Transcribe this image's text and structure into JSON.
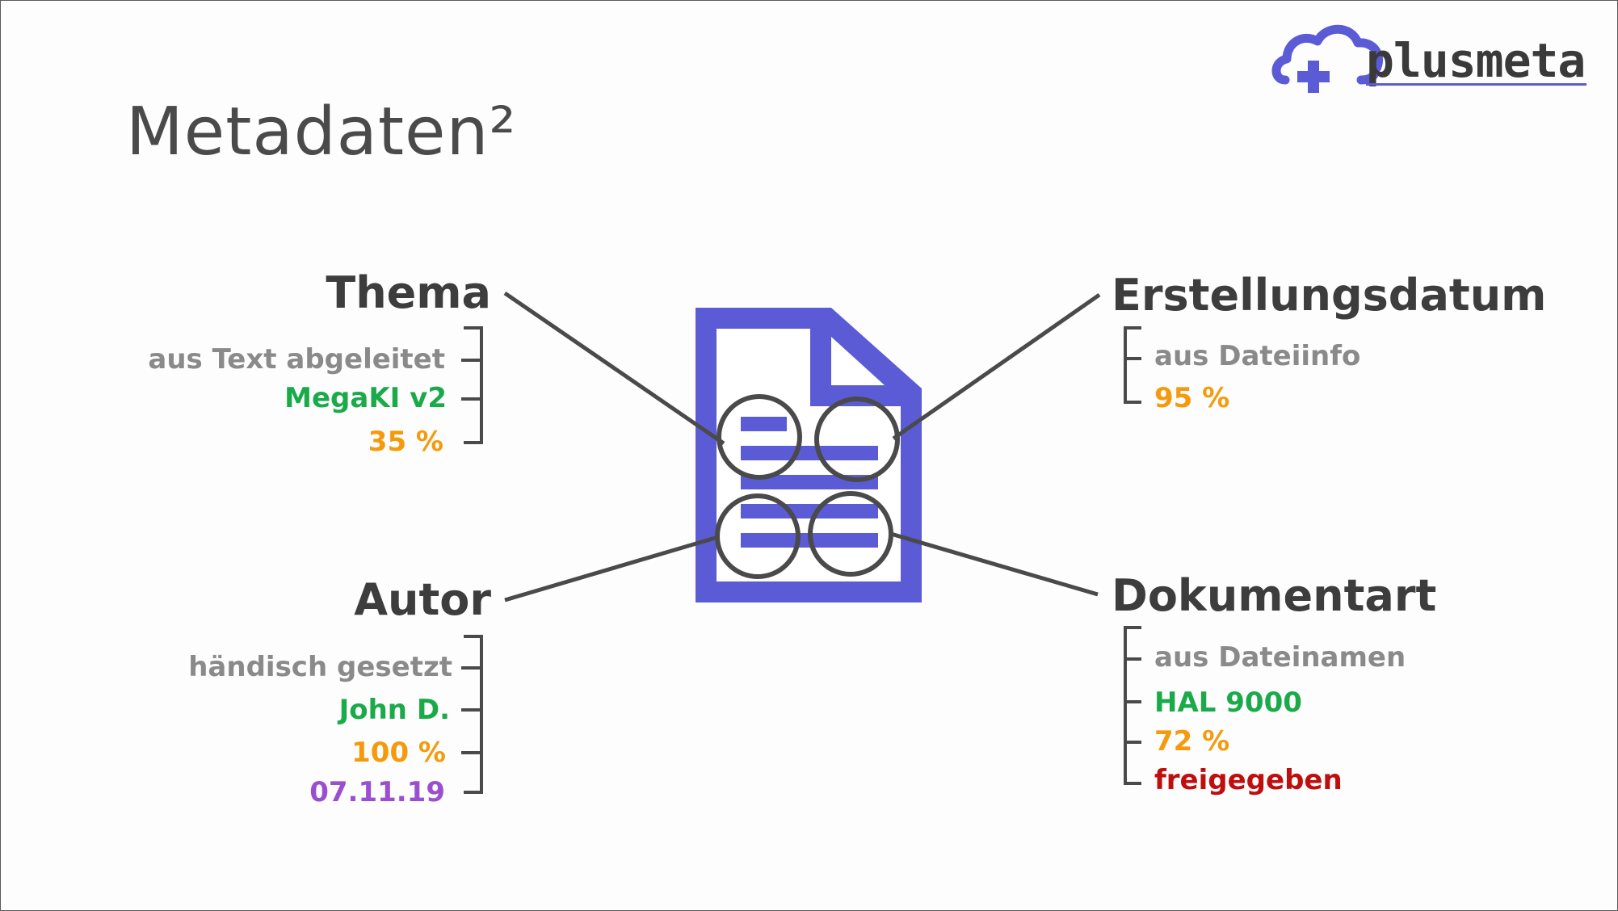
{
  "title": "Metadaten²",
  "logo": {
    "text": "plusmeta"
  },
  "colors": {
    "doc_icon": "#5b5bd6",
    "heading": "#3d3d3d",
    "source_gray": "#8a8a8a",
    "green": "#1aaa4a",
    "orange": "#f59a0c",
    "purple": "#9a4fd0",
    "red": "#c00d0d",
    "lines": "#4a4a4a"
  },
  "topics": {
    "thema": {
      "label": "Thema",
      "source": "aus Text abgeleitet",
      "system": "MegaKI v2",
      "confidence": "35 %"
    },
    "autor": {
      "label": "Autor",
      "source": "händisch gesetzt",
      "person": "John D.",
      "confidence": "100 %",
      "date": "07.11.19"
    },
    "erstellungsdatum": {
      "label": "Erstellungsdatum",
      "source": "aus Dateiinfo",
      "confidence": "95 %"
    },
    "dokumentart": {
      "label": "Dokumentart",
      "source": "aus Dateinamen",
      "system": "HAL 9000",
      "confidence": "72 %",
      "status": "freigegeben"
    }
  }
}
